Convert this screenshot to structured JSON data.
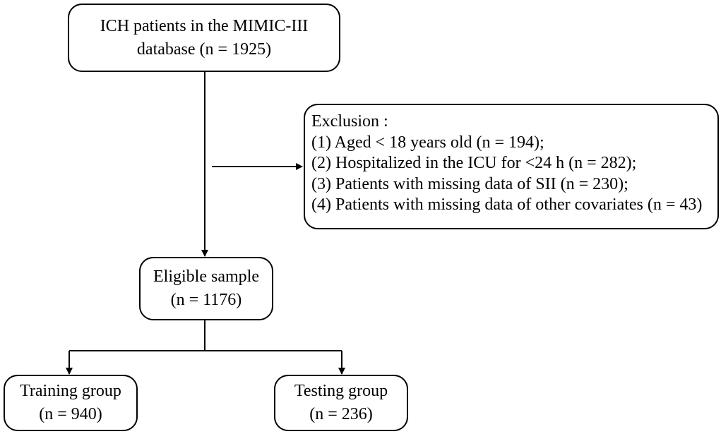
{
  "source_box": {
    "line1": "ICH patients in the MIMIC-III",
    "line2": "database  (n = 1925)"
  },
  "exclusion_box": {
    "title": "Exclusion :",
    "items": [
      "(1) Aged < 18 years old (n = 194);",
      "(2) Hospitalized in the ICU for <24 h (n = 282);",
      "(3) Patients with missing data of SII (n = 230);",
      "(4) Patients with missing data of  other covariates (n = 43)"
    ]
  },
  "eligible_box": {
    "line1": "Eligible  sample",
    "line2": "(n = 1176)"
  },
  "training_box": {
    "line1": "Training group",
    "line2": "(n = 940)"
  },
  "testing_box": {
    "line1": "Testing group",
    "line2": "(n = 236)"
  }
}
